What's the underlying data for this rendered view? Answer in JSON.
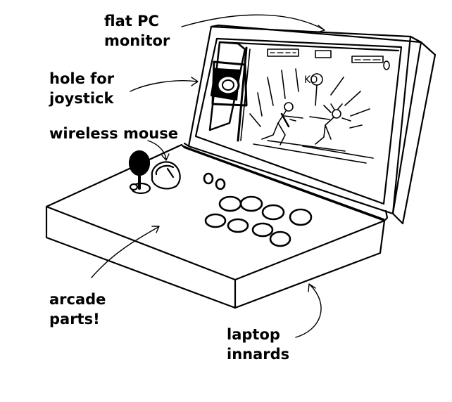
{
  "title": "",
  "labels": {
    "monitor": [
      "flat PC",
      "monitor"
    ],
    "joystick_hole": [
      "hole for",
      "joystick"
    ],
    "mouse": [
      "wireless mouse"
    ],
    "arcade_parts": [
      "arcade",
      "parts!"
    ],
    "laptop_innards": [
      "laptop",
      "innards"
    ]
  },
  "screen": {
    "ko_text": "KO"
  },
  "colors": {
    "ink": "#000000",
    "paper": "#ffffff"
  }
}
